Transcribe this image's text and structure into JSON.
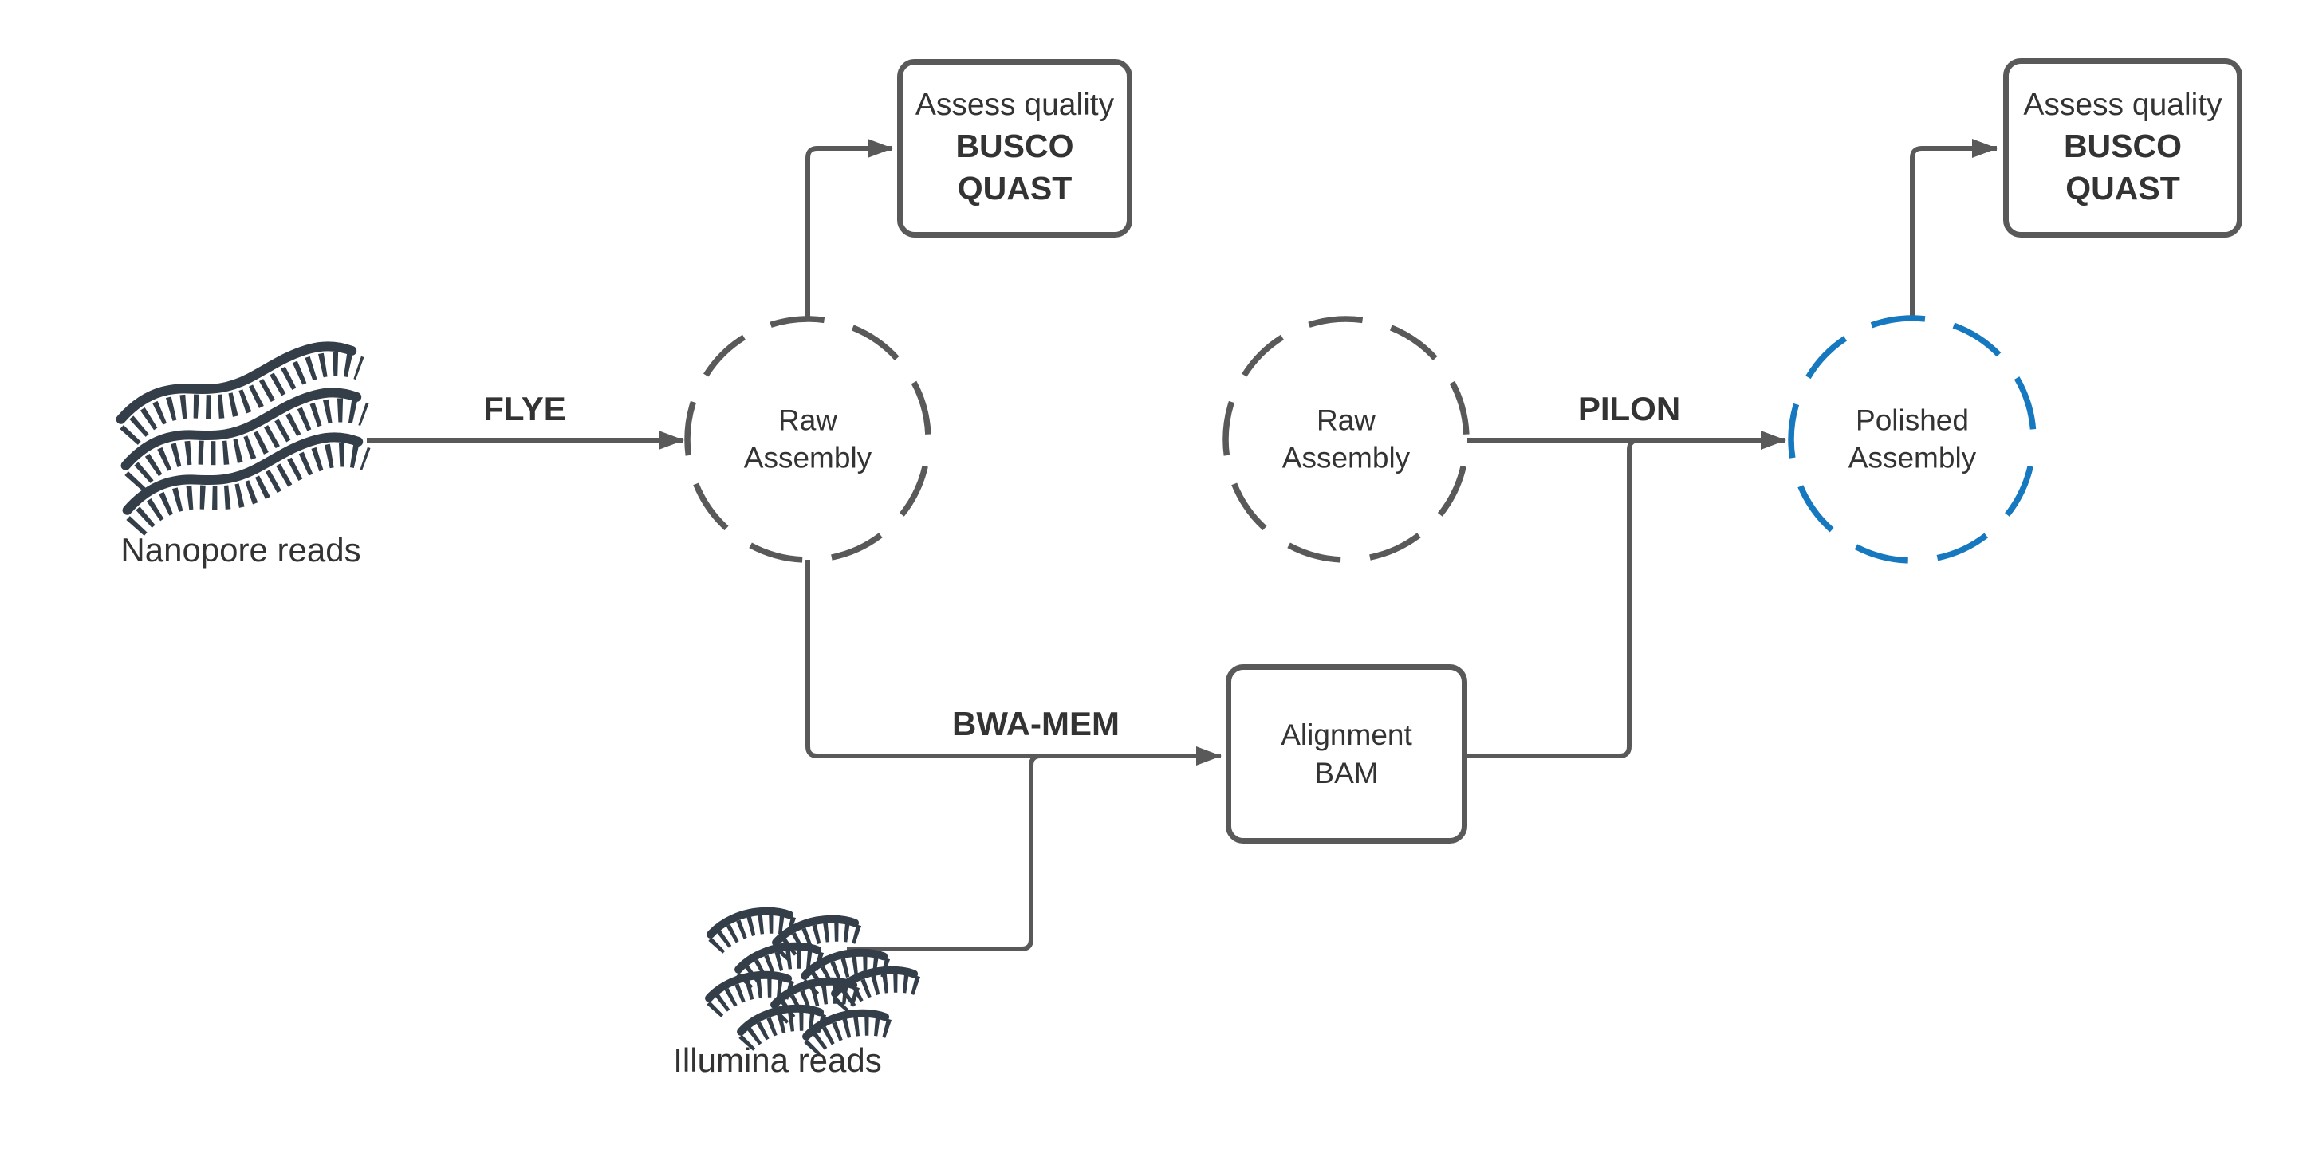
{
  "diagram": {
    "nodes": {
      "nanopore": {
        "label": "Nanopore reads",
        "icon": "nanopore-long-reads-icon"
      },
      "illumina": {
        "label": "Illumina reads",
        "icon": "illumina-short-reads-icon"
      },
      "raw_assembly_1": {
        "label": "Raw\nAssembly",
        "shape": "dashed-circle",
        "color": "#595959"
      },
      "raw_assembly_2": {
        "label": "Raw\nAssembly",
        "shape": "dashed-circle",
        "color": "#595959"
      },
      "polished_assembly": {
        "label": "Polished\nAssembly",
        "shape": "dashed-circle",
        "color": "#1678BE"
      },
      "assess_quality_1": {
        "title": "Assess quality",
        "tools": "BUSCO\nQUAST",
        "shape": "rounded-rect"
      },
      "assess_quality_2": {
        "title": "Assess quality",
        "tools": "BUSCO\nQUAST",
        "shape": "rounded-rect"
      },
      "alignment_bam": {
        "label": "Alignment\nBAM",
        "shape": "rounded-rect"
      }
    },
    "edges": {
      "flye": {
        "label": "FLYE",
        "from": "nanopore",
        "to": "raw_assembly_1"
      },
      "bwa_mem": {
        "label": "BWA-MEM",
        "from": "raw_assembly_1 + illumina",
        "to": "alignment_bam"
      },
      "pilon": {
        "label": "PILON",
        "from": "raw_assembly_2 + alignment_bam",
        "to": "polished_assembly"
      },
      "assess_1": {
        "label": "",
        "from": "raw_assembly_1",
        "to": "assess_quality_1"
      },
      "assess_2": {
        "label": "",
        "from": "polished_assembly",
        "to": "assess_quality_2"
      }
    }
  },
  "colors": {
    "line": "#595959",
    "accent_blue": "#1678BE",
    "icon_dark": "#333E48",
    "text": "#333333",
    "background": "#FFFFFF"
  }
}
